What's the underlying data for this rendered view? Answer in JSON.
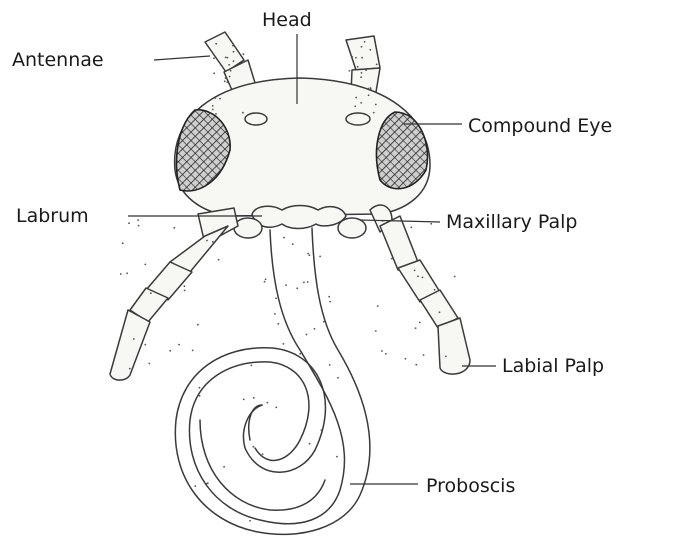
{
  "labels": {
    "head": "Head",
    "antennae": "Antennae",
    "compound_eye": "Compound Eye",
    "labrum": "Labrum",
    "maxillary_palp": "Maxillary Palp",
    "labial_palp": "Labial Palp",
    "proboscis": "Proboscis"
  }
}
